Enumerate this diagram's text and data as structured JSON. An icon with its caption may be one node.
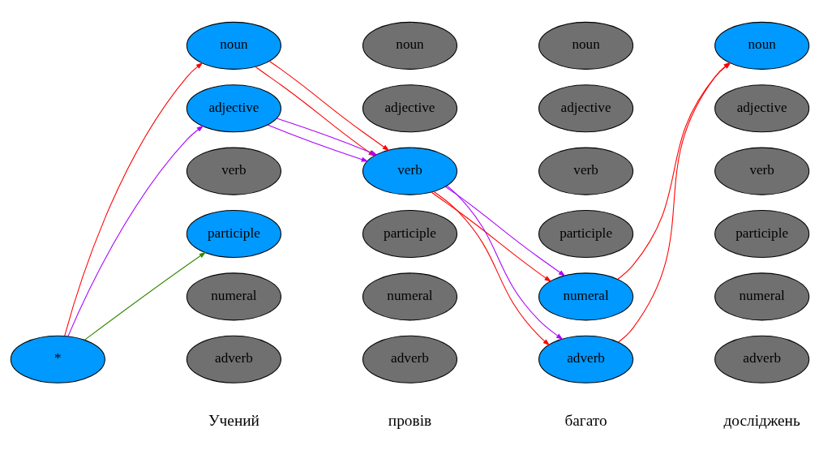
{
  "diagram": {
    "nodes": [
      {
        "text": [
          "*"
        ]
      },
      {
        "text": [
          "noun"
        ]
      },
      {
        "text": [
          "adjective"
        ]
      },
      {
        "text": [
          "verb"
        ]
      },
      {
        "text": [
          "participle"
        ]
      },
      {
        "text": [
          "numeral"
        ]
      },
      {
        "text": [
          "adverb"
        ]
      },
      {
        "text": [
          "noun"
        ]
      },
      {
        "text": [
          "adjective"
        ]
      },
      {
        "text": [
          "verb"
        ]
      },
      {
        "text": [
          "participle"
        ]
      },
      {
        "text": [
          "numeral"
        ]
      },
      {
        "text": [
          "adverb"
        ]
      },
      {
        "text": [
          "noun"
        ]
      },
      {
        "text": [
          "adjective"
        ]
      },
      {
        "text": [
          "verb"
        ]
      },
      {
        "text": [
          "participle"
        ]
      },
      {
        "text": [
          "numeral"
        ]
      },
      {
        "text": [
          "adverb"
        ]
      },
      {
        "text": [
          "noun"
        ]
      },
      {
        "text": [
          "adjective"
        ]
      },
      {
        "text": [
          "verb"
        ]
      },
      {
        "text": [
          "participle"
        ]
      },
      {
        "text": [
          "numeral"
        ]
      },
      {
        "text": [
          "adverb"
        ]
      }
    ],
    "edges": [
      {
        "from": 0,
        "to": 1,
        "arrow": "to",
        "color": "#ff0000"
      },
      {
        "from": 0,
        "to": 2,
        "arrow": "to",
        "color": "#aa00ff"
      },
      {
        "from": 0,
        "to": 4,
        "arrow": "to",
        "color": "#338800"
      },
      {
        "from": 1,
        "to": 9,
        "arrow": "to",
        "color": "#ff0000"
      },
      {
        "from": 1,
        "to": 9,
        "arrow": "to",
        "color": "#ff0000"
      },
      {
        "from": 2,
        "to": 9,
        "arrow": "to",
        "color": "#aa00ff"
      },
      {
        "from": 2,
        "to": 9,
        "arrow": "to",
        "color": "#aa00ff"
      },
      {
        "from": 9,
        "to": 17,
        "arrow": "to",
        "color": "#ff0000"
      },
      {
        "from": 9,
        "to": 18,
        "arrow": "to",
        "color": "#ff0000"
      },
      {
        "from": 9,
        "to": 17,
        "arrow": "to",
        "color": "#aa00ff"
      },
      {
        "from": 9,
        "to": 18,
        "arrow": "to",
        "color": "#aa00ff"
      },
      {
        "from": 17,
        "to": 19,
        "arrow": "to",
        "color": "#ff0000"
      },
      {
        "from": 18,
        "to": 19,
        "arrow": "to",
        "color": "#ff0000"
      }
    ],
    "labels": [
      "Учений",
      "провів",
      "багато",
      "досліджень"
    ]
  }
}
